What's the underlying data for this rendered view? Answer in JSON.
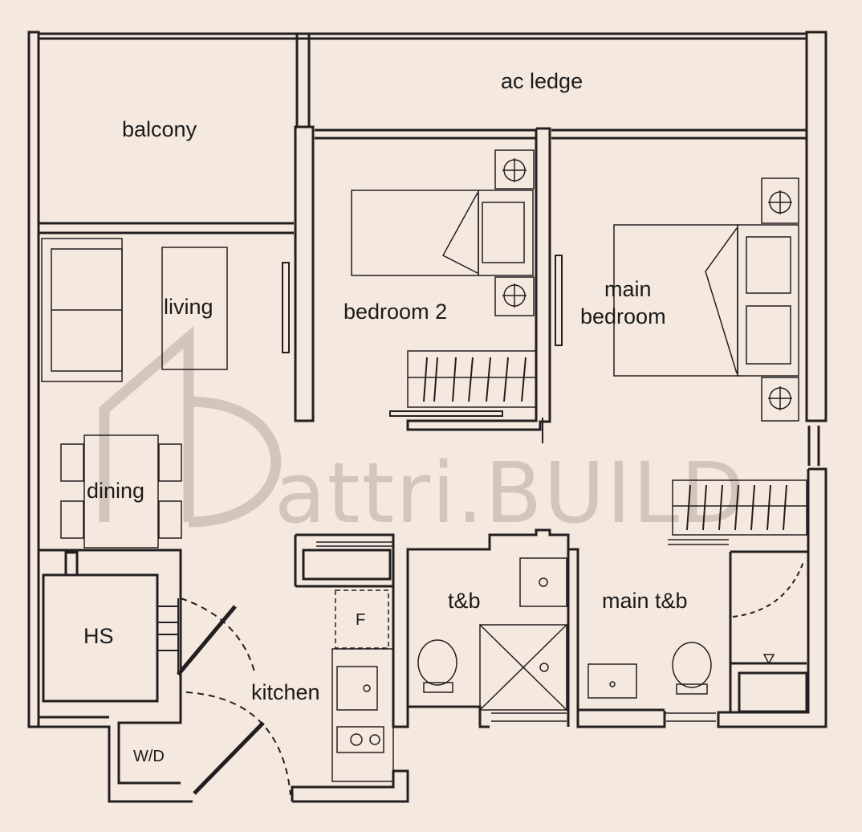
{
  "plan": {
    "background": "#f5e9df",
    "wall_color": "#231f20",
    "watermark_color": "#d2c5bb",
    "rooms": {
      "balcony": "balcony",
      "ac_ledge": "ac ledge",
      "living": "living",
      "bedroom2": "bedroom 2",
      "main_bedroom_line1": "main",
      "main_bedroom_line2": "bedroom",
      "dining": "dining",
      "hs": "HS",
      "kitchen": "kitchen",
      "wd": "W/D",
      "fridge": "F",
      "tb": "t&b",
      "main_tb": "main t&b"
    },
    "watermark": "attri.BUILD"
  }
}
